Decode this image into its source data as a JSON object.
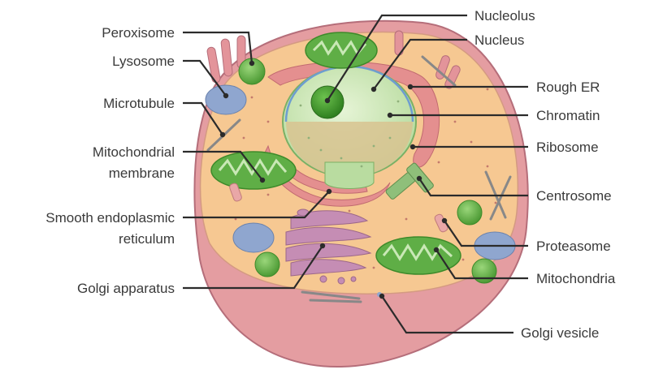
{
  "labels": {
    "peroxisome": "Peroxisome",
    "lysosome": "Lysosome",
    "microtubule": "Microtubule",
    "mito_membrane_1": "Mitochondrial",
    "mito_membrane_2": "membrane",
    "smooth_er_1": "Smooth endoplasmic",
    "smooth_er_2": "reticulum",
    "golgi_apparatus": "Golgi apparatus",
    "nucleolus": "Nucleolus",
    "nucleus": "Nucleus",
    "rough_er": "Rough ER",
    "chromatin": "Chromatin",
    "ribosome": "Ribosome",
    "centrosome": "Centrosome",
    "proteasome": "Proteasome",
    "mitochondria": "Mitochondria",
    "golgi_vesicle": "Golgi vesicle"
  },
  "colors": {
    "membrane": "#e3949a",
    "cytoplasm": "#f7c995",
    "nucleus": "#cfe8b8",
    "nucleolus": "#3f9a2c",
    "mitochondria": "#5fae46",
    "golgi": "#c58db4",
    "lysosome": "#8fa6cf",
    "leader_line": "#2b2b2b"
  }
}
